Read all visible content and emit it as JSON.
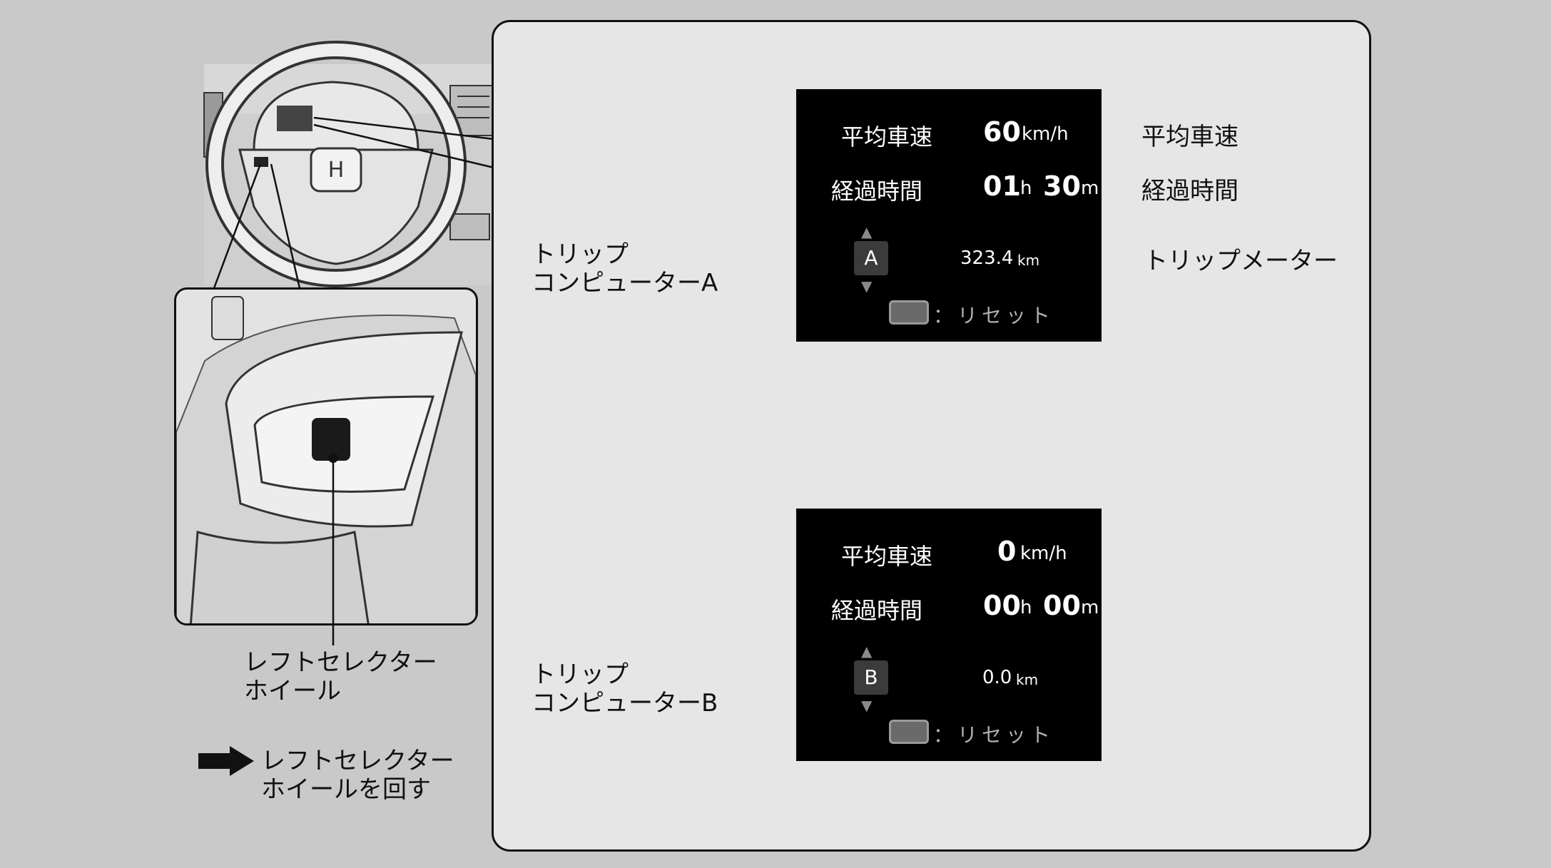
{
  "legend": {
    "text": "レフトセレクター\nホイールを回す"
  },
  "wheel_label": "レフトセレクター\nホイール",
  "screen_a": {
    "rows": [
      {
        "label": "平均車速",
        "value": "60",
        "unit": "km/h"
      },
      {
        "label": "経過時間",
        "hours": "01",
        "h_unit": "h",
        "minutes": "30",
        "m_unit": "m"
      }
    ],
    "badge": "A",
    "trip_value": "323.4",
    "trip_unit": "km",
    "reset": "：リセット"
  },
  "screen_b": {
    "rows": [
      {
        "label": "平均車速",
        "value": "0",
        "unit": "km/h"
      },
      {
        "label": "経過時間",
        "hours": "00",
        "h_unit": "h",
        "minutes": "00",
        "m_unit": "m"
      }
    ],
    "badge": "B",
    "trip_value": "0.0",
    "trip_unit": "km",
    "reset": "：リセット"
  },
  "callouts": {
    "trip_a": "トリップ\nコンピューターA",
    "trip_b": "トリップ\nコンピューターB",
    "avg_speed": "平均車速",
    "elapsed": "経過時間",
    "trip_meter": "トリップメーター"
  },
  "colors": {
    "background": "#c9c9c9",
    "panel": "#e6e6e6",
    "screen": "#000000"
  }
}
